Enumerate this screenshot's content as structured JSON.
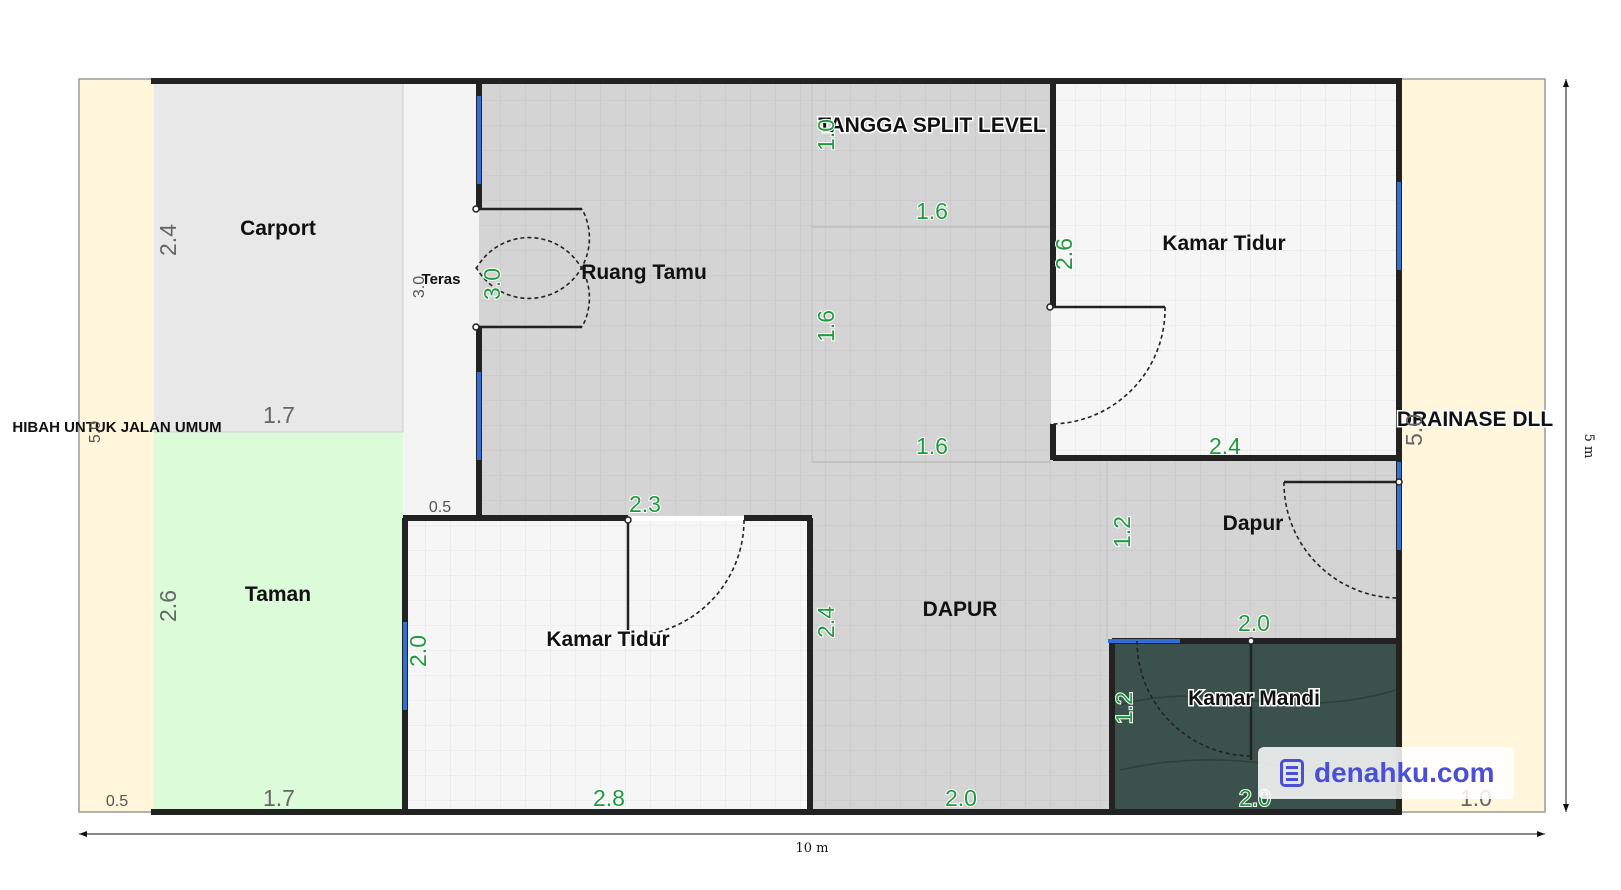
{
  "rooms": {
    "carport": "Carport",
    "teras": "Teras",
    "ruang_tamu": "Ruang Tamu",
    "tangga": "TANGGA SPLIT LEVEL",
    "kamar_tidur_1": "Kamar Tidur",
    "kamar_tidur_2": "Kamar Tidur",
    "taman": "Taman",
    "dapur_main": "DAPUR",
    "dapur_small": "Dapur",
    "kamar_mandi": "Kamar Mandi"
  },
  "side_labels": {
    "left": "HIBAH UNTUK JALAN UMUM",
    "right": "DRAINASE DLL"
  },
  "dimensions": {
    "carport_h": "2.4",
    "carport_w": "1.7",
    "taman_h": "2.6",
    "taman_w": "1.7",
    "teras_h": "3.0",
    "teras_w": "0.5",
    "ruang_tamu_h": "3.0",
    "tangga_v": "1.0",
    "tangga_w": "1.6",
    "corridor_v": "1.6",
    "corridor_w": "1.6",
    "kt1_h": "2.6",
    "kt1_w": "2.4",
    "kt2_top": "2.3",
    "kt2_h": "2.0",
    "kt2_w": "2.8",
    "dapur_h": "2.4",
    "dapur_w": "2.0",
    "dapur_small_h": "1.2",
    "dapur_small_w": "2.0",
    "km_h": "1.2",
    "km_w": "2.0",
    "left_strip_h": "5.0",
    "left_strip_w": "0.5",
    "right_strip_h": "5.0",
    "right_strip_w": "1.0"
  },
  "overall": {
    "width": "10 m",
    "height": "5 m"
  },
  "watermark": {
    "text": "denahku.com",
    "icon": "document-list-icon"
  },
  "colors": {
    "strip": "#fff6dc",
    "carport": "#e8e8e8",
    "taman": "#dcfbd9",
    "floor_tile": "#d4d4d4",
    "bedroom": "#f6f6f6",
    "bathroom": "#3b524c",
    "dimension_text": "#1e9a3c",
    "window": "#2f6fd6",
    "brand": "#4a4fd6"
  }
}
